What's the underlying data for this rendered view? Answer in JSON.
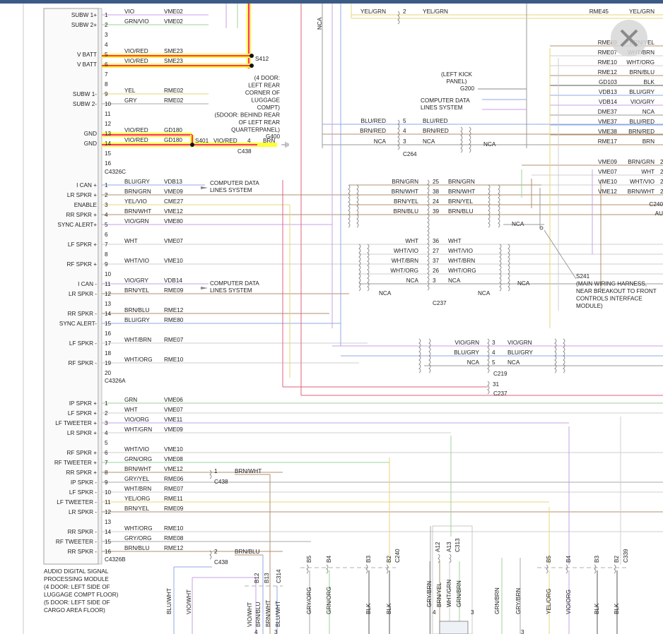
{
  "colors": {
    "vio": "#c9a0e6",
    "grn": "#9fd39a",
    "wht": "#cfcfcf",
    "red": "#e2627a",
    "brn": "#b09070",
    "yel": "#e6d77a",
    "blu": "#8fa9e6",
    "gry": "#a8a8a8",
    "highlight_yellow": "#ffff33",
    "highlight_magenta": "#ff2d8a"
  },
  "module": {
    "name_lines": [
      "AUDIO DIGITAL SIGNAL",
      "PROCESSING MODULE",
      "(4 DOOR: LEFT SIDE OF",
      "LUGGAGE COMPT FLOOR)",
      "(5 DOOR: LEFT SIDE OF",
      "CARGO AREA FLOOR)"
    ]
  },
  "connectors": [
    {
      "id": "C4326C",
      "pins": [
        {
          "n": "1",
          "label": "SUBW 1+",
          "color": "VIO",
          "circuit": "VME02"
        },
        {
          "n": "2",
          "label": "SUBW 2+",
          "color": "GRN/VIO",
          "circuit": "VME02"
        },
        {
          "n": "3",
          "label": "",
          "color": "",
          "circuit": ""
        },
        {
          "n": "4",
          "label": "",
          "color": "",
          "circuit": ""
        },
        {
          "n": "5",
          "label": "V BATT",
          "color": "VIO/RED",
          "circuit": "SME23"
        },
        {
          "n": "6",
          "label": "V BATT",
          "color": "VIO/RED",
          "circuit": "SME23"
        },
        {
          "n": "7",
          "label": "",
          "color": "",
          "circuit": ""
        },
        {
          "n": "8",
          "label": "",
          "color": "",
          "circuit": ""
        },
        {
          "n": "9",
          "label": "SUBW 1-",
          "color": "YEL",
          "circuit": "RME02"
        },
        {
          "n": "10",
          "label": "SUBW 2-",
          "color": "GRY",
          "circuit": "RME02"
        },
        {
          "n": "11",
          "label": "",
          "color": "",
          "circuit": ""
        },
        {
          "n": "12",
          "label": "",
          "color": "",
          "circuit": ""
        },
        {
          "n": "13",
          "label": "GND",
          "color": "VIO/RED",
          "circuit": "GD180"
        },
        {
          "n": "14",
          "label": "GND",
          "color": "VIO/RED",
          "circuit": "GD180"
        },
        {
          "n": "15",
          "label": "",
          "color": "",
          "circuit": ""
        },
        {
          "n": "16",
          "label": "",
          "color": "",
          "circuit": ""
        }
      ]
    },
    {
      "id": "C4326A",
      "pins": [
        {
          "n": "1",
          "label": "I CAN +",
          "color": "BLU/GRY",
          "circuit": "VDB13"
        },
        {
          "n": "2",
          "label": "LR SPKR +",
          "color": "BRN/GRN",
          "circuit": "VME09"
        },
        {
          "n": "3",
          "label": "ENABLE",
          "color": "YEL/VIO",
          "circuit": "CME27"
        },
        {
          "n": "4",
          "label": "RR SPKR +",
          "color": "BRN/WHT",
          "circuit": "VME12"
        },
        {
          "n": "5",
          "label": "SYNC ALERT+",
          "color": "VIO/GRN",
          "circuit": "VME80"
        },
        {
          "n": "6",
          "label": "",
          "color": "",
          "circuit": ""
        },
        {
          "n": "7",
          "label": "LF SPKR +",
          "color": "WHT",
          "circuit": "VME07"
        },
        {
          "n": "8",
          "label": "",
          "color": "",
          "circuit": ""
        },
        {
          "n": "9",
          "label": "RF SPKR +",
          "color": "WHT/VIO",
          "circuit": "VME10"
        },
        {
          "n": "10",
          "label": "",
          "color": "",
          "circuit": ""
        },
        {
          "n": "11",
          "label": "I CAN -",
          "color": "VIO/GRY",
          "circuit": "VDB14"
        },
        {
          "n": "12",
          "label": "LR SPKR -",
          "color": "BRN/YEL",
          "circuit": "RME09"
        },
        {
          "n": "13",
          "label": "",
          "color": "",
          "circuit": ""
        },
        {
          "n": "14",
          "label": "RR SPKR -",
          "color": "BRN/BLU",
          "circuit": "RME12"
        },
        {
          "n": "15",
          "label": "SYNC ALERT-",
          "color": "BLU/GRY",
          "circuit": "RME80"
        },
        {
          "n": "16",
          "label": "",
          "color": "",
          "circuit": ""
        },
        {
          "n": "17",
          "label": "LF SPKR -",
          "color": "WHT/BRN",
          "circuit": "RME07"
        },
        {
          "n": "18",
          "label": "",
          "color": "",
          "circuit": ""
        },
        {
          "n": "19",
          "label": "RF SPKR -",
          "color": "WHT/ORG",
          "circuit": "RME10"
        },
        {
          "n": "20",
          "label": "",
          "color": "",
          "circuit": ""
        }
      ]
    },
    {
      "id": "C4326B",
      "pins": [
        {
          "n": "1",
          "label": "IP SPKR +",
          "color": "GRN",
          "circuit": "VME06"
        },
        {
          "n": "2",
          "label": "LF SPKR +",
          "color": "WHT",
          "circuit": "VME07"
        },
        {
          "n": "3",
          "label": "LF TWEETER +",
          "color": "VIO/ORG",
          "circuit": "VME11"
        },
        {
          "n": "4",
          "label": "LR SPKR +",
          "color": "WHT/GRN",
          "circuit": "VME09"
        },
        {
          "n": "5",
          "label": "",
          "color": "",
          "circuit": ""
        },
        {
          "n": "6",
          "label": "RF SPKR +",
          "color": "WHT/VIO",
          "circuit": "VME10"
        },
        {
          "n": "7",
          "label": "RF TWEETER +",
          "color": "GRN/ORG",
          "circuit": "VME08"
        },
        {
          "n": "8",
          "label": "RR SPKR +",
          "color": "BRN/WHT",
          "circuit": "VME12"
        },
        {
          "n": "9",
          "label": "IP SPKR -",
          "color": "GRY/YEL",
          "circuit": "RME06"
        },
        {
          "n": "10",
          "label": "LF SPKR -",
          "color": "WHT/BRN",
          "circuit": "RME07"
        },
        {
          "n": "11",
          "label": "LF TWEETER -",
          "color": "YEL/ORG",
          "circuit": "RME11"
        },
        {
          "n": "12",
          "label": "LR SPKR -",
          "color": "BRN/YEL",
          "circuit": "RME09"
        },
        {
          "n": "13",
          "label": "",
          "color": "",
          "circuit": ""
        },
        {
          "n": "14",
          "label": "RR SPKR -",
          "color": "WHT/ORG",
          "circuit": "RME10"
        },
        {
          "n": "15",
          "label": "RF TWEETER -",
          "color": "GRY/ORG",
          "circuit": "RME08"
        },
        {
          "n": "16",
          "label": "RR SPKR -",
          "color": "BRN/BLU",
          "circuit": "RME12"
        }
      ]
    }
  ],
  "splices": {
    "s412": "S412",
    "s401": "S401",
    "s401_wire": "VIO/RED",
    "s401_pin": "4",
    "c438": "C438",
    "brn": "BRN",
    "g400": "G400",
    "g400_note": [
      "(4 DOOR:",
      "LEFT REAR",
      "CORNER OF",
      "LUGGAGE",
      "COMPT)",
      "(5DOOR: BEHIND REAR",
      "OF LEFT REAR",
      "QUARTERPANEL)"
    ]
  },
  "labels": {
    "computer_data": [
      "COMPUTER DATA",
      "LINES SYSTEM"
    ],
    "nca": "NCA",
    "left_kick_panel": [
      "(LEFT KICK",
      "PANEL)"
    ],
    "g200": "G200",
    "s241_note": [
      "S241",
      "(MAIN WIRING HARNESS,",
      "NEAR BREAKOUT TO FRONT",
      "CONTROLS INTERFACE",
      "MODULE)"
    ]
  },
  "c264": {
    "id": "C264",
    "rows": [
      {
        "pin": "2",
        "left": "YEL/GRN",
        "right": "YEL/GRN"
      },
      {
        "pin": "5",
        "left": "BLU/RED",
        "right": "BLU/RED"
      },
      {
        "pin": "4",
        "left": "BRN/RED",
        "right": "BRN/RED"
      },
      {
        "pin": "3",
        "left": "NCA",
        "right": "NCA"
      }
    ],
    "extra_nca": "NCA"
  },
  "c237_upper": {
    "rows": [
      {
        "pin": "25",
        "left": "BRN/GRN",
        "right": "BRN/GRN"
      },
      {
        "pin": "38",
        "left": "BRN/WHT",
        "right": "BRN/WHT"
      },
      {
        "pin": "24",
        "left": "BRN/YEL",
        "right": "BRN/YEL"
      },
      {
        "pin": "39",
        "left": "BRN/BLU",
        "right": "BRN/BLU"
      }
    ]
  },
  "c237_lower": {
    "id": "C237",
    "rows": [
      {
        "pin": "36",
        "left": "WHT",
        "right": "WHT"
      },
      {
        "pin": "27",
        "left": "WHT/VIO",
        "right": "WHT/VIO"
      },
      {
        "pin": "37",
        "left": "WHT/BRN",
        "right": "WHT/BRN"
      },
      {
        "pin": "26",
        "left": "WHT/ORG",
        "right": "WHT/ORG"
      },
      {
        "pin": "3",
        "left": "NCA",
        "right": "NCA"
      }
    ]
  },
  "c219": {
    "id": "C219",
    "rows": [
      {
        "pin": "3",
        "left": "VIO/GRN",
        "right": "VIO/GRN"
      },
      {
        "pin": "4",
        "left": "BLU/GRY",
        "right": "BLU/GRY"
      },
      {
        "pin": "5",
        "left": "NCA",
        "right": "NCA"
      }
    ]
  },
  "c237_pin31": {
    "pin": "31",
    "id": "C237"
  },
  "right_block_top": [
    {
      "circuit": "RME45",
      "color": "YEL/GRN"
    },
    {
      "circuit": "RME09",
      "color": "BRN/YEL"
    },
    {
      "circuit": "RME07",
      "color": "WHT/BRN"
    },
    {
      "circuit": "RME10",
      "color": "WHT/ORG"
    },
    {
      "circuit": "RME12",
      "color": "BRN/BLU"
    },
    {
      "circuit": "GD103",
      "color": "BLK"
    },
    {
      "circuit": "VDB13",
      "color": "BLU/GRY"
    },
    {
      "circuit": "VDB14",
      "color": "VIO/GRY"
    },
    {
      "circuit": "DME37",
      "color": "NCA"
    },
    {
      "circuit": "VME37",
      "color": "BLU/RED"
    },
    {
      "circuit": "VME38",
      "color": "BRN/RED"
    },
    {
      "circuit": "RME17",
      "color": "BRN"
    }
  ],
  "right_block_c240": [
    {
      "circuit": "VME09",
      "color": "BRN/GRN",
      "pin": "2"
    },
    {
      "circuit": "VME07",
      "color": "WHT",
      "pin": "2"
    },
    {
      "circuit": "VME10",
      "color": "WHT/VIO",
      "pin": "2"
    },
    {
      "circuit": "VME12",
      "color": "BRN/WHT",
      "pin": "2"
    }
  ],
  "c240_label": "C240",
  "au_label": "AU",
  "c438_rows": [
    {
      "pin": "1",
      "color": "BRN/WHT",
      "id": "C438"
    },
    {
      "pin": "2",
      "color": "BRN/BLU",
      "id": "C438"
    }
  ],
  "bottom_groups": [
    {
      "id": "C240",
      "pins": [
        "B5",
        "B4",
        "B3",
        "B2"
      ],
      "wires": [
        "GRY/ORG",
        "GRN/ORG",
        "BLK",
        "BLK"
      ]
    },
    {
      "id": "C313",
      "pins": [
        "A12",
        "A13"
      ],
      "wires": [
        "GRY/BRN",
        "BRN/YEL",
        "WHT/GRN",
        "GRN/BRN"
      ]
    },
    {
      "id": "C339",
      "pins": [
        "B5",
        "B4",
        "B3",
        "B2"
      ],
      "wires": [
        "YEL/ORG",
        "VIO/ORG",
        "BLK",
        "BLK"
      ]
    },
    {
      "id": "C314",
      "pins": [
        "B12",
        "B13"
      ],
      "wires": [
        "VIO/WHT",
        "BRN/BLU",
        "BRN/WHT",
        "BLU/WHT"
      ]
    }
  ],
  "bottom_left_wires": [
    "BLU/WHT",
    "VIO/WHT"
  ],
  "bottom_extra_wires": [
    "GRN/BRN",
    "GRY/BRN"
  ],
  "bottom_pin_numbers": {
    "p4": "4",
    "p3": "3"
  }
}
